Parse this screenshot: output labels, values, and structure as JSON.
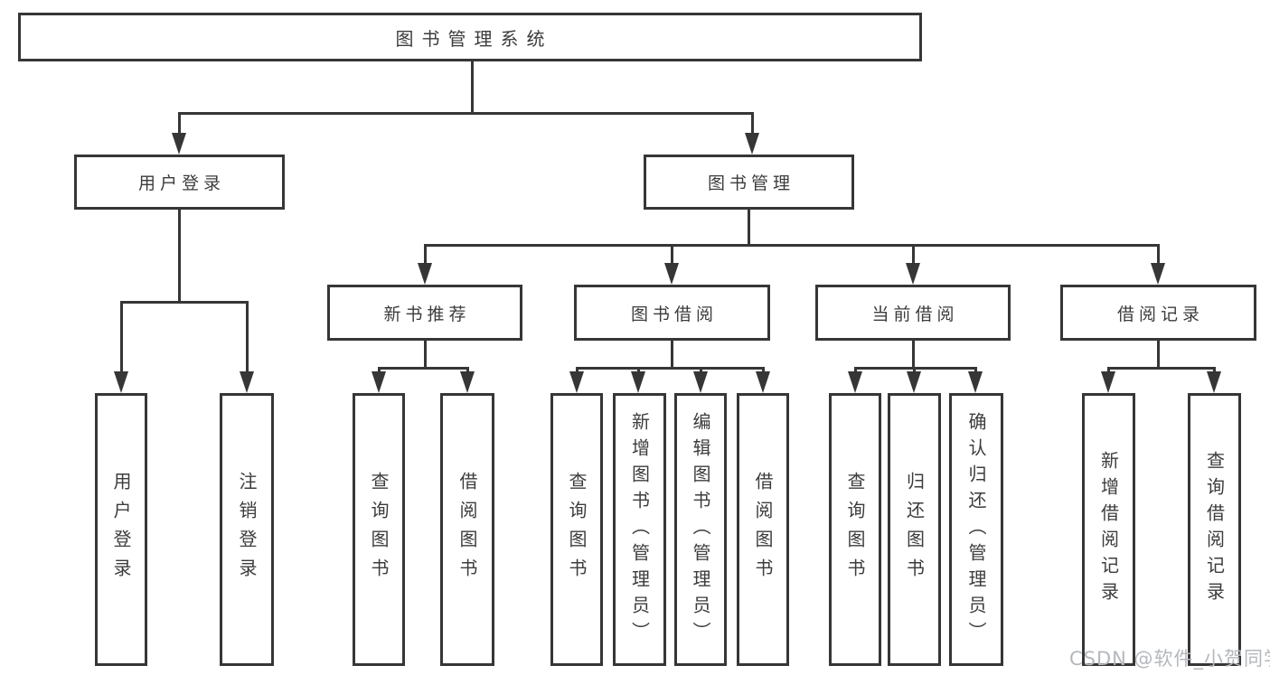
{
  "diagram": {
    "title": "图书管理系统",
    "nodes": {
      "root": "图书管理系统",
      "user_login": "用户登录",
      "book_management": "图书管理",
      "new_book_recommend": "新书推荐",
      "book_borrowing": "图书借阅",
      "current_borrowing": "当前借阅",
      "borrowing_records": "借阅记录",
      "leaf_user_login": "用户登录",
      "leaf_logout": "注销登录",
      "recommend_query_books": "查询图书",
      "recommend_borrow_books": "借阅图书",
      "borrowing_query_books": "查询图书",
      "borrowing_add_books": "新增图书（管理员）",
      "borrowing_edit_books": "编辑图书（管理员）",
      "borrowing_borrow_books": "借阅图书",
      "current_query_books": "查询图书",
      "current_return_books": "归还图书",
      "current_confirm_return": "确认归还（管理员）",
      "records_add_record": "新增借阅记录",
      "records_query_record": "查询借阅记录"
    },
    "edges": [
      [
        "root",
        "user_login"
      ],
      [
        "root",
        "book_management"
      ],
      [
        "user_login",
        "leaf_user_login"
      ],
      [
        "user_login",
        "leaf_logout"
      ],
      [
        "book_management",
        "new_book_recommend"
      ],
      [
        "book_management",
        "book_borrowing"
      ],
      [
        "book_management",
        "current_borrowing"
      ],
      [
        "book_management",
        "borrowing_records"
      ],
      [
        "new_book_recommend",
        "recommend_query_books"
      ],
      [
        "new_book_recommend",
        "recommend_borrow_books"
      ],
      [
        "book_borrowing",
        "borrowing_query_books"
      ],
      [
        "book_borrowing",
        "borrowing_add_books"
      ],
      [
        "book_borrowing",
        "borrowing_edit_books"
      ],
      [
        "book_borrowing",
        "borrowing_borrow_books"
      ],
      [
        "current_borrowing",
        "current_query_books"
      ],
      [
        "current_borrowing",
        "current_return_books"
      ],
      [
        "current_borrowing",
        "current_confirm_return"
      ],
      [
        "borrowing_records",
        "records_add_record"
      ],
      [
        "borrowing_records",
        "records_query_record"
      ]
    ],
    "colors": {
      "line": "#363636",
      "text": "#3c3c3c",
      "background": "#ffffff",
      "watermark": "#b4b8bd"
    },
    "watermark": "CSDN @软件_小贺同学"
  }
}
